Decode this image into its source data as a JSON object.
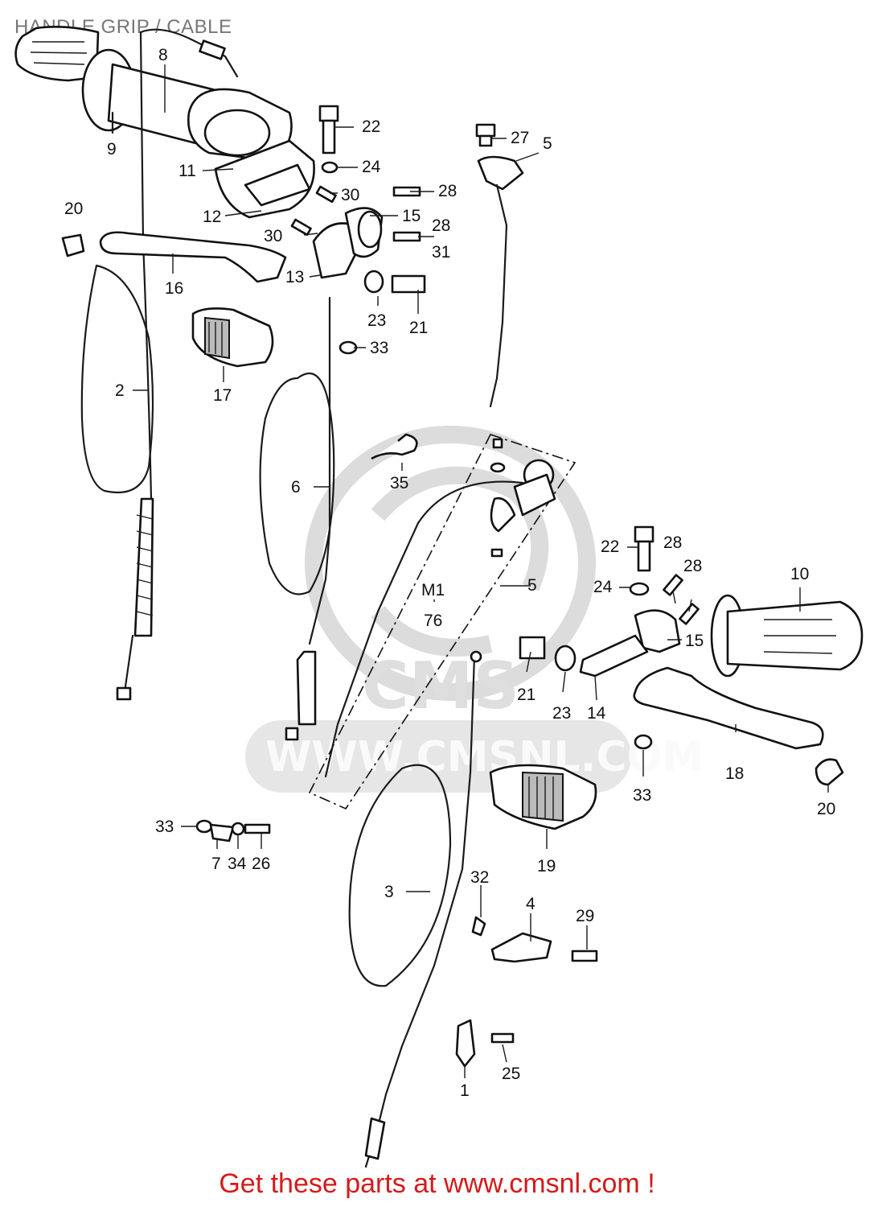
{
  "header": {
    "title": "HANDLE GRIP / CABLE"
  },
  "watermark": {
    "text": "WWW.CMSNL.COM",
    "logo_text": "CMS"
  },
  "footer": {
    "text": "Get these parts at www.cmsnl.com !"
  },
  "callouts": [
    {
      "id": "c8",
      "text": "8"
    },
    {
      "id": "c9",
      "text": "9"
    },
    {
      "id": "c22a",
      "text": "22"
    },
    {
      "id": "c24a",
      "text": "24"
    },
    {
      "id": "c27",
      "text": "27"
    },
    {
      "id": "c5a",
      "text": "5"
    },
    {
      "id": "c11",
      "text": "11"
    },
    {
      "id": "c30a",
      "text": "30"
    },
    {
      "id": "c28a",
      "text": "28"
    },
    {
      "id": "c20a",
      "text": "20"
    },
    {
      "id": "c12",
      "text": "12"
    },
    {
      "id": "c15a",
      "text": "15"
    },
    {
      "id": "c28b",
      "text": "28"
    },
    {
      "id": "c31",
      "text": "31"
    },
    {
      "id": "c30b",
      "text": "30"
    },
    {
      "id": "c16",
      "text": "16"
    },
    {
      "id": "c13",
      "text": "13"
    },
    {
      "id": "c23a",
      "text": "23"
    },
    {
      "id": "c21a",
      "text": "21"
    },
    {
      "id": "c33a",
      "text": "33"
    },
    {
      "id": "c17",
      "text": "17"
    },
    {
      "id": "c2",
      "text": "2"
    },
    {
      "id": "c35",
      "text": "35"
    },
    {
      "id": "c6",
      "text": "6"
    },
    {
      "id": "c22b",
      "text": "22"
    },
    {
      "id": "c28c",
      "text": "28"
    },
    {
      "id": "c28d",
      "text": "28"
    },
    {
      "id": "c10",
      "text": "10"
    },
    {
      "id": "c24b",
      "text": "24"
    },
    {
      "id": "c5b",
      "text": "5"
    },
    {
      "id": "cM1",
      "text": "M1"
    },
    {
      "id": "c76",
      "text": "76"
    },
    {
      "id": "c15b",
      "text": "15"
    },
    {
      "id": "c21b",
      "text": "21"
    },
    {
      "id": "c23b",
      "text": "23"
    },
    {
      "id": "c14",
      "text": "14"
    },
    {
      "id": "c18",
      "text": "18"
    },
    {
      "id": "c33b",
      "text": "33"
    },
    {
      "id": "c20b",
      "text": "20"
    },
    {
      "id": "c33c",
      "text": "33"
    },
    {
      "id": "c7",
      "text": "7"
    },
    {
      "id": "c34",
      "text": "34"
    },
    {
      "id": "c26",
      "text": "26"
    },
    {
      "id": "c19",
      "text": "19"
    },
    {
      "id": "c3",
      "text": "3"
    },
    {
      "id": "c32",
      "text": "32"
    },
    {
      "id": "c4",
      "text": "4"
    },
    {
      "id": "c29",
      "text": "29"
    },
    {
      "id": "c25",
      "text": "25"
    },
    {
      "id": "c1",
      "text": "1"
    }
  ]
}
